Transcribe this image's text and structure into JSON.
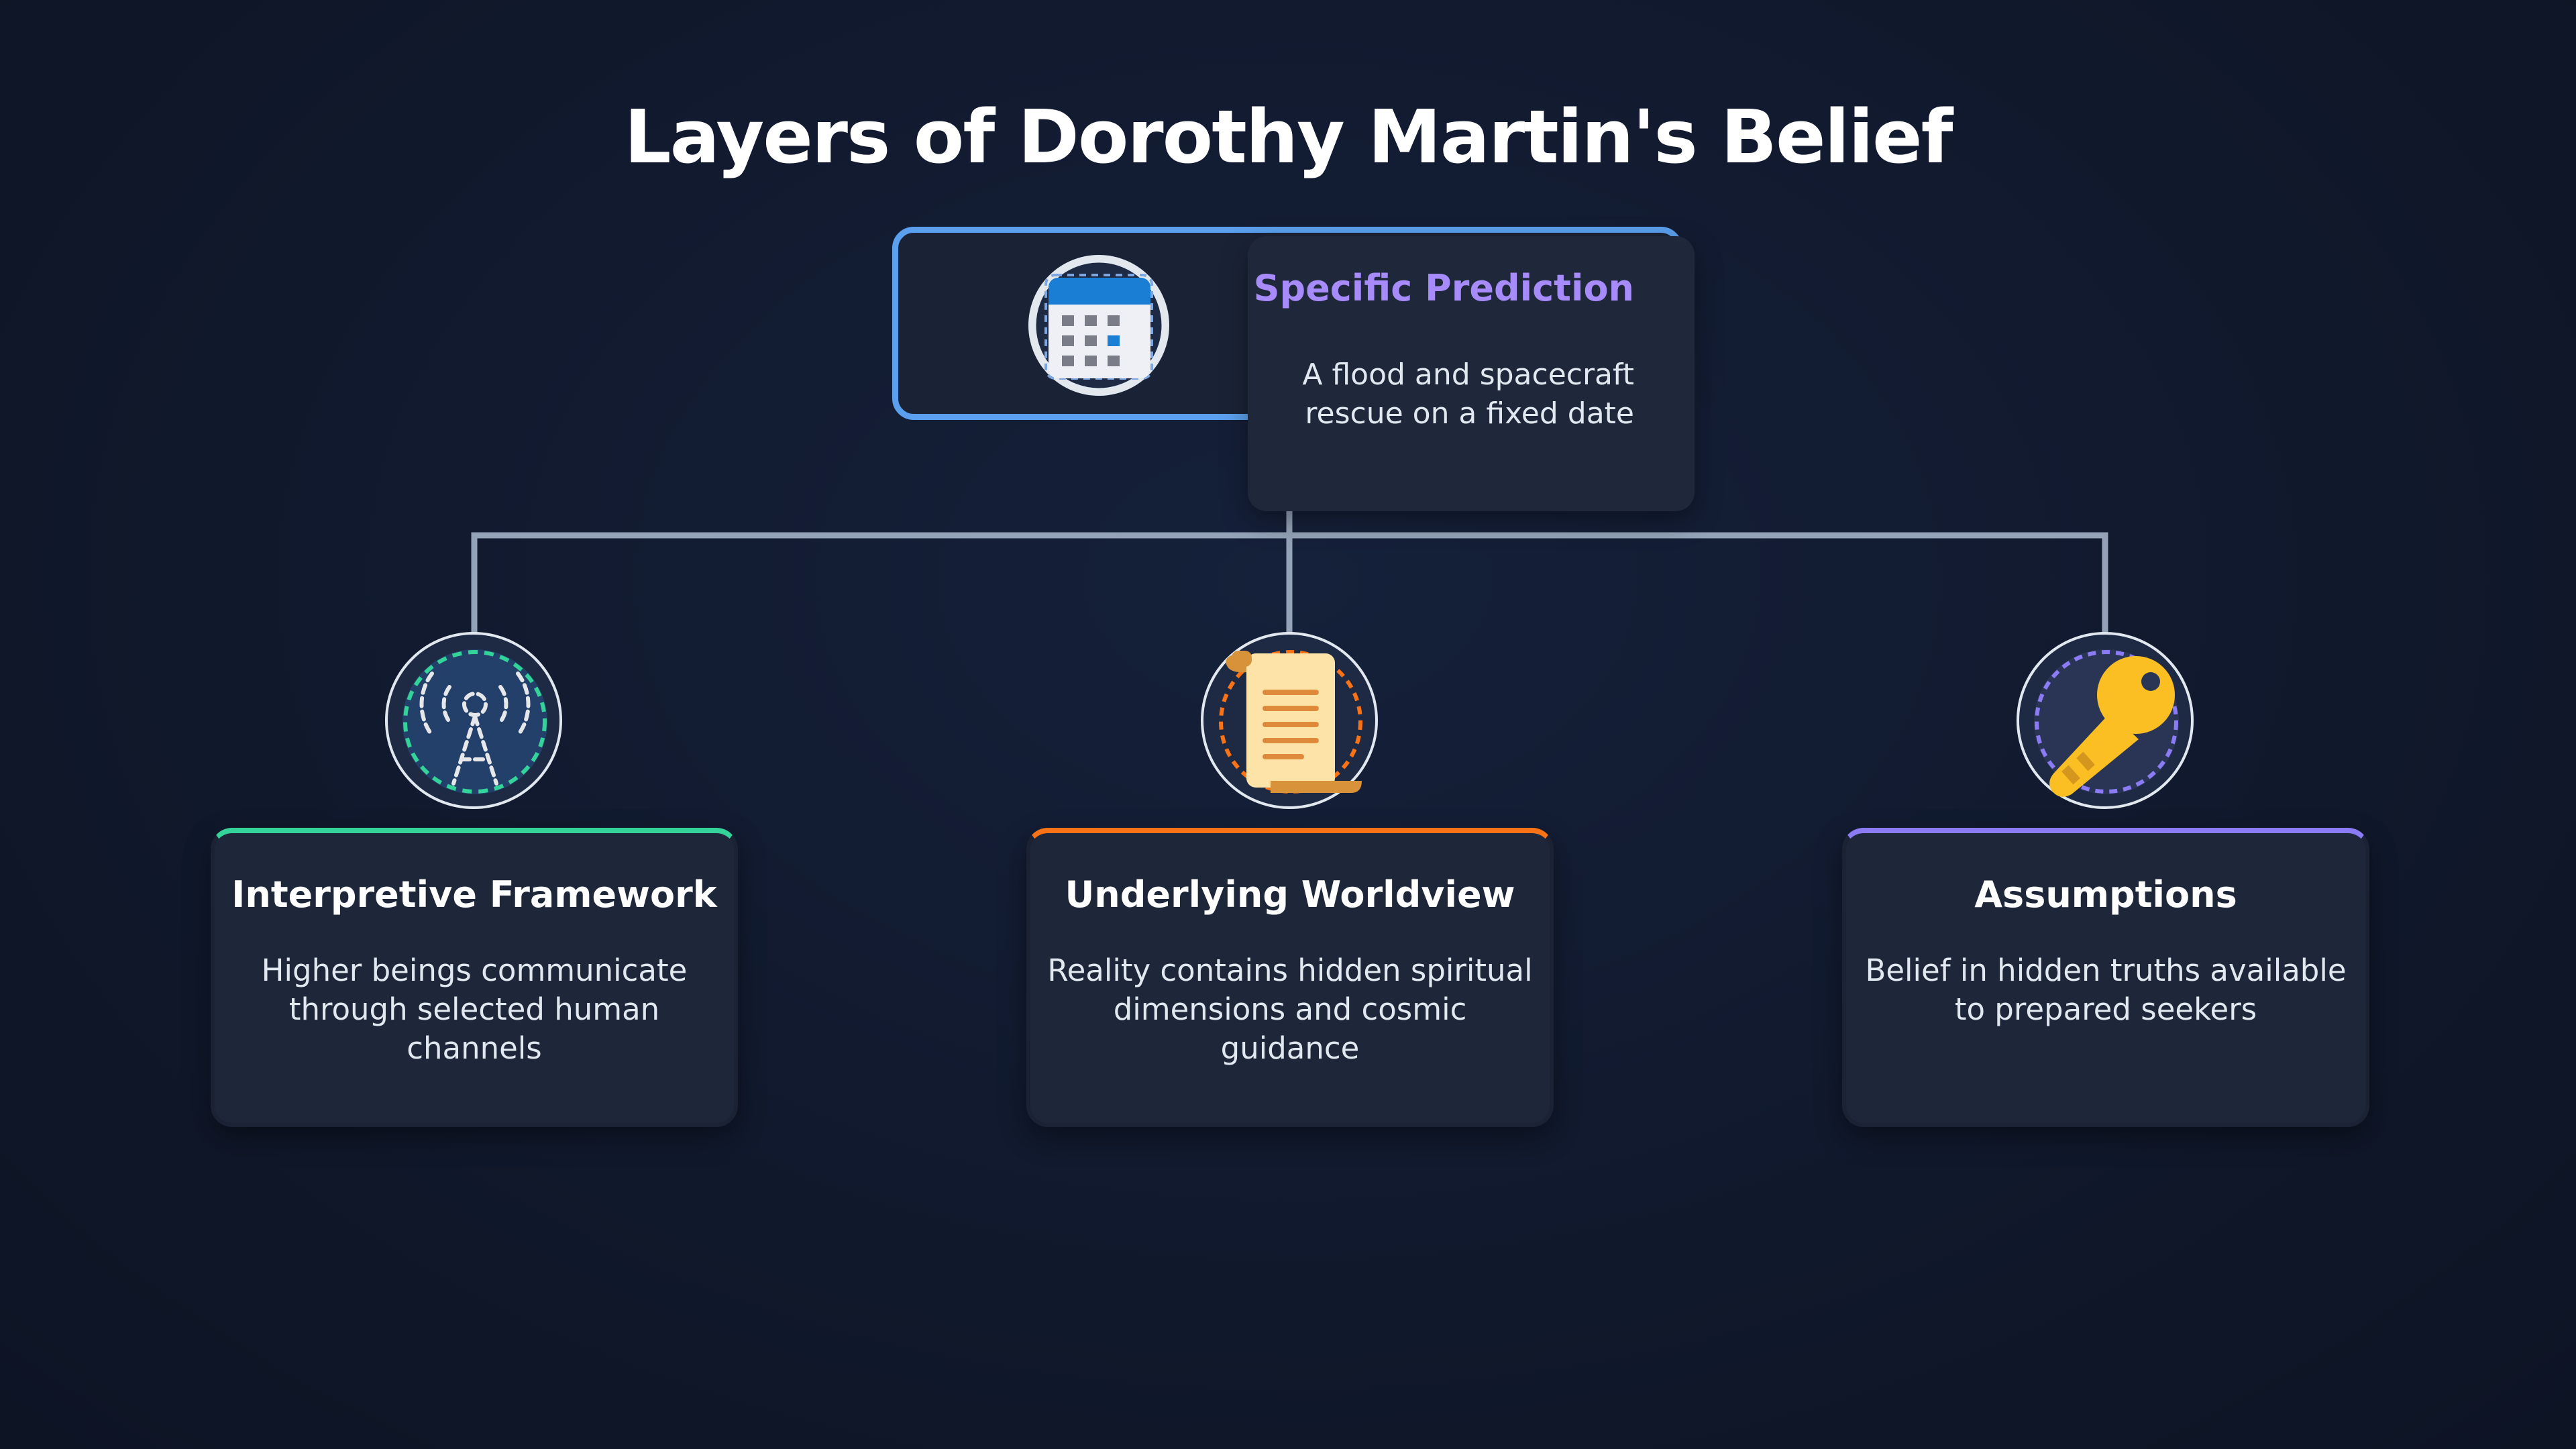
{
  "title": "Layers of Dorothy Martin's Belief",
  "colors": {
    "background": "#111a2e",
    "top_border": "#5ba0ee",
    "top_title": "#a78bfa",
    "connector": "#94a3b8",
    "green_accent": "#34d399",
    "orange_accent": "#f97316",
    "purple_accent": "#8b7cf6"
  },
  "top": {
    "title": "Specific Prediction",
    "description": "A flood and spacecraft rescue on a fixed date",
    "icon": "calendar-icon"
  },
  "cards": [
    {
      "title": "Interpretive Framework",
      "description": "Higher beings communicate through selected human channels",
      "icon": "radio-tower-icon",
      "accent": "#34d399"
    },
    {
      "title": "Underlying Worldview",
      "description": "Reality contains hidden spiritual dimensions and cosmic guidance",
      "icon": "scroll-icon",
      "accent": "#f97316"
    },
    {
      "title": "Assumptions",
      "description": "Belief in hidden truths available to prepared seekers",
      "icon": "key-icon",
      "accent": "#8b7cf6"
    }
  ]
}
